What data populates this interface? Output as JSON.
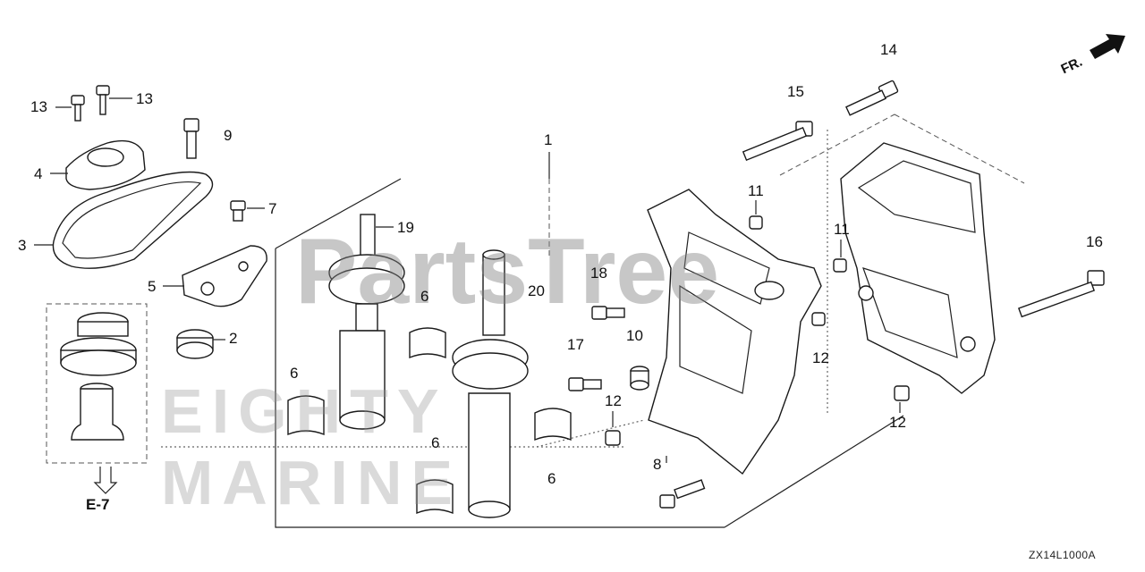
{
  "diagram": {
    "part_code": "ZX14L1000A",
    "direction_marker": "FR.",
    "reference": "E-7",
    "watermark_main": "PartsTree",
    "watermark_sub_1": "EIGHTY",
    "watermark_sub_2": "MARINE",
    "callouts": [
      {
        "id": "c1",
        "text": "1"
      },
      {
        "id": "c2",
        "text": "2"
      },
      {
        "id": "c3",
        "text": "3"
      },
      {
        "id": "c4",
        "text": "4"
      },
      {
        "id": "c5",
        "text": "5"
      },
      {
        "id": "c6a",
        "text": "6"
      },
      {
        "id": "c6b",
        "text": "6"
      },
      {
        "id": "c6c",
        "text": "6"
      },
      {
        "id": "c6d",
        "text": "6"
      },
      {
        "id": "c7",
        "text": "7"
      },
      {
        "id": "c8",
        "text": "8"
      },
      {
        "id": "c9",
        "text": "9"
      },
      {
        "id": "c10",
        "text": "10"
      },
      {
        "id": "c11a",
        "text": "11"
      },
      {
        "id": "c11b",
        "text": "11"
      },
      {
        "id": "c12a",
        "text": "12"
      },
      {
        "id": "c12b",
        "text": "12"
      },
      {
        "id": "c12c",
        "text": "12"
      },
      {
        "id": "c13a",
        "text": "13"
      },
      {
        "id": "c13b",
        "text": "13"
      },
      {
        "id": "c14",
        "text": "14"
      },
      {
        "id": "c15",
        "text": "15"
      },
      {
        "id": "c16",
        "text": "16"
      },
      {
        "id": "c17",
        "text": "17"
      },
      {
        "id": "c18",
        "text": "18"
      },
      {
        "id": "c19",
        "text": "19"
      },
      {
        "id": "c20",
        "text": "20"
      }
    ]
  }
}
